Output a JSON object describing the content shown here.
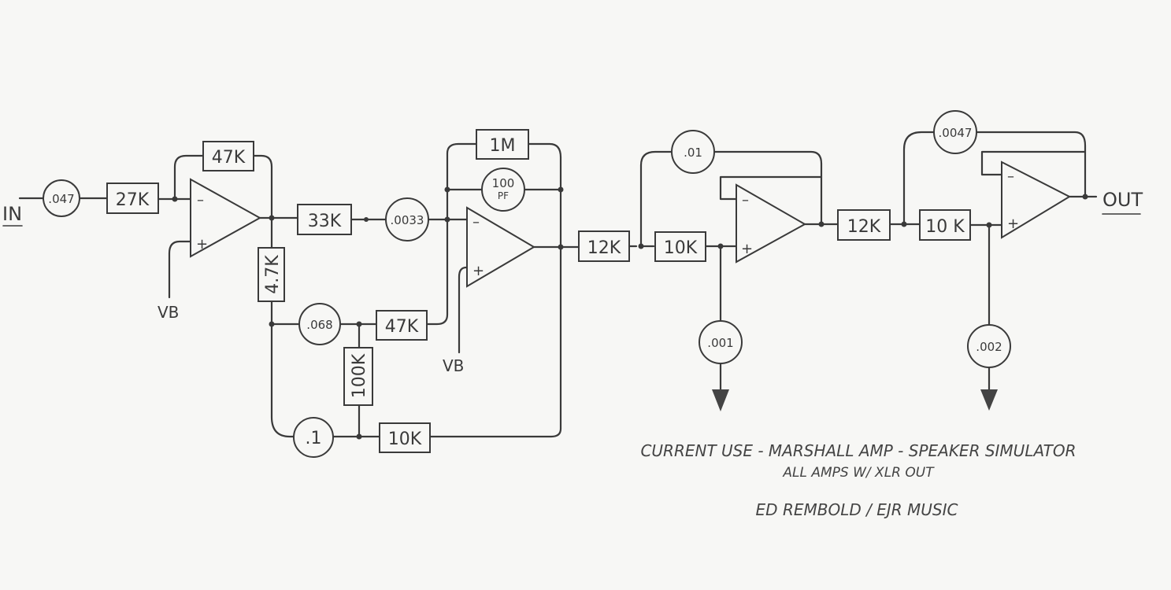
{
  "schematic": {
    "input_label": "IN",
    "output_label": "OUT",
    "bias_label": "VB",
    "components": {
      "c_in": ".047",
      "r_in": "27K",
      "r_fb1": "47K",
      "r_47": "4.7K",
      "r_33": "33K",
      "c_0033": ".0033",
      "r_1m": "1M",
      "c_100pf_a": "100",
      "c_100pf_b": "PF",
      "c_068": ".068",
      "r_47b": "47K",
      "r_100k": "100K",
      "c_1": ".1",
      "r_10k_fb": "10K",
      "r_12k_a": "12K",
      "r_10k_a": "10K",
      "c_01": ".01",
      "c_001": ".001",
      "r_12k_b": "12K",
      "r_10k_b": "10 K",
      "c_0047": ".0047",
      "c_002": ".002"
    },
    "opamp_signs": {
      "minus": "–",
      "plus": "+"
    }
  },
  "notes": {
    "line1": "CURRENT USE - MARSHALL AMP - SPEAKER SIMULATOR",
    "line2": "ALL AMPS W/ XLR OUT",
    "line3": "ED REMBOLD / EJR MUSIC"
  }
}
